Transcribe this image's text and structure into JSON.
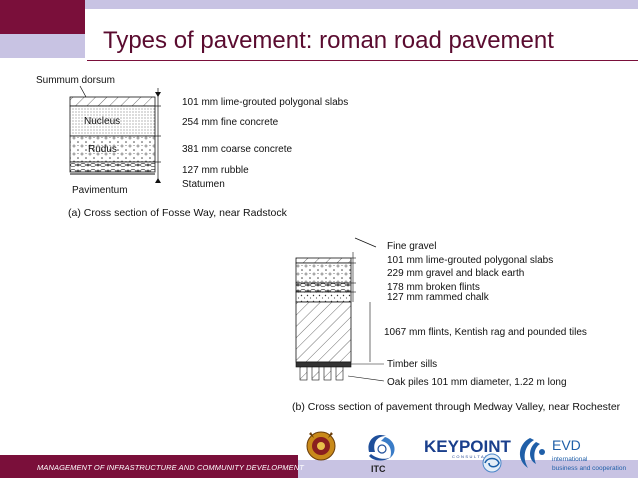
{
  "title": "Types of pavement: roman road pavement",
  "figure_a": {
    "top_label": "Summum dorsum",
    "inner_labels": [
      "Nucleus",
      "Rudus"
    ],
    "bottom_label": "Pavimentum",
    "layers": [
      "101 mm lime-grouted polygonal slabs",
      "254 mm fine concrete",
      "381 mm coarse concrete",
      "127 mm rubble",
      "Statumen"
    ],
    "caption": "(a) Cross section of Fosse Way, near Radstock"
  },
  "figure_b": {
    "layers": [
      "Fine gravel",
      "101 mm lime-grouted polygonal slabs",
      "229 mm gravel and black earth",
      "178 mm broken flints",
      "127 mm rammed chalk",
      "1067 mm flints, Kentish rag and pounded tiles",
      "Timber sills",
      "Oak piles 101 mm diameter, 1.22 m long"
    ],
    "caption": "(b) Cross section of pavement through Medway Valley, near Rochester"
  },
  "footer": "MANAGEMENT OF INFRASTRUCTURE AND COMMUNITY DEVELOPMENT",
  "logos": {
    "itc": "ITC",
    "keypoint": "KEYPOINT",
    "keypoint_sub": "CONSULTANCY",
    "evd": "EVD",
    "evd_lines": [
      "international",
      "business and cooperation"
    ]
  },
  "colors": {
    "maroon": "#7a0f3a",
    "lavender": "#c8c3e3",
    "evd_blue": "#1f5fa8",
    "keypoint_blue": "#1a3f8c"
  }
}
